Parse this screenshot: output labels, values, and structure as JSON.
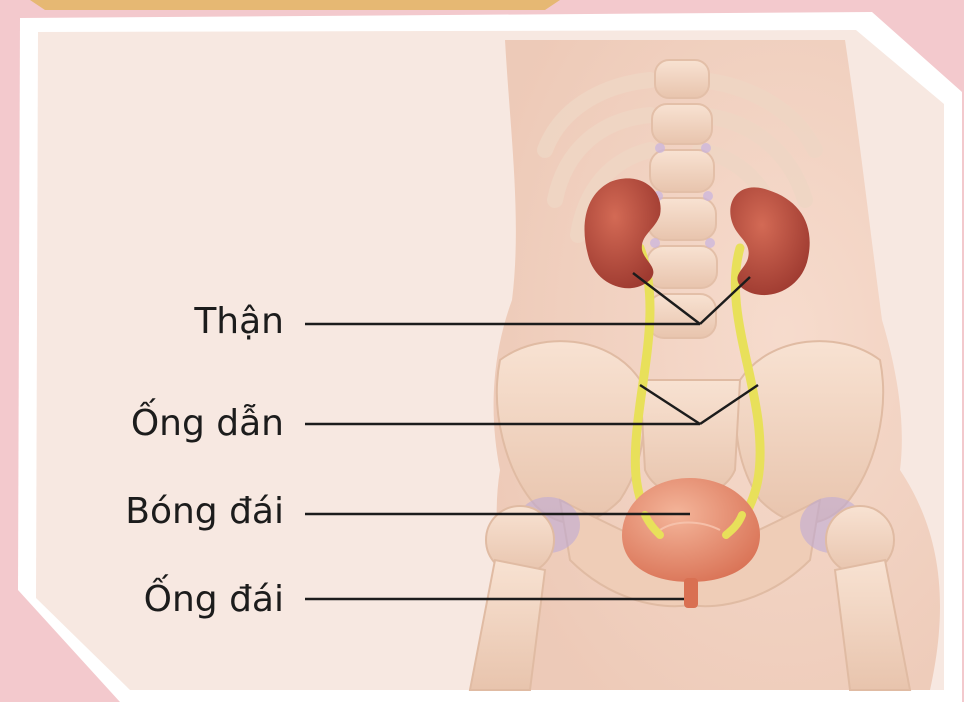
{
  "labels": {
    "kidney": "Thận",
    "ureter": "Ống dẫn",
    "bladder": "Bóng đái",
    "urethra": "Ống đái"
  },
  "colors": {
    "background": "#f3c9cd",
    "panel": "#f7e8e1",
    "kidney": "#b64b3e",
    "ureter": "#e8e05a",
    "bladder": "#e7906e",
    "bone": "#f1d3bd",
    "leader_line": "#1c1c1c"
  }
}
